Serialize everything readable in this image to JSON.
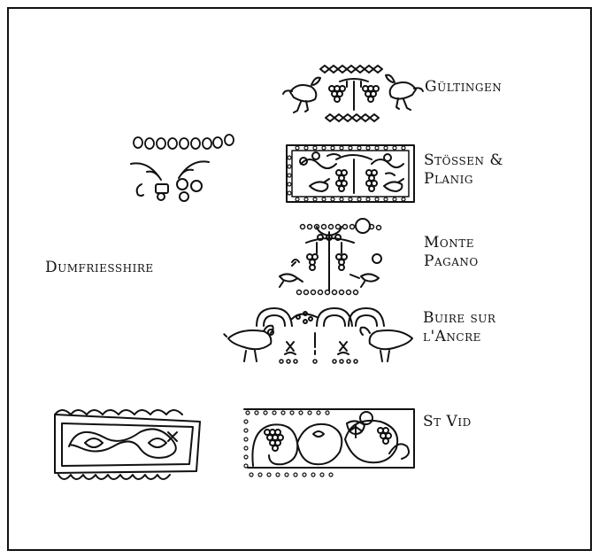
{
  "labels": {
    "gultingen": "Gültingen",
    "stossen_line1": "Stössen &",
    "stossen_line2": "Planig",
    "monte_line1": "Monte",
    "monte_line2": "Pagano",
    "buire_line1": "Buire sur",
    "buire_line2": "l'Ancre",
    "dumfriesshire": "Dumfriesshire",
    "st_vid": "St Vid"
  },
  "colors": {
    "ink": "#111111",
    "paper": "#ffffff"
  }
}
